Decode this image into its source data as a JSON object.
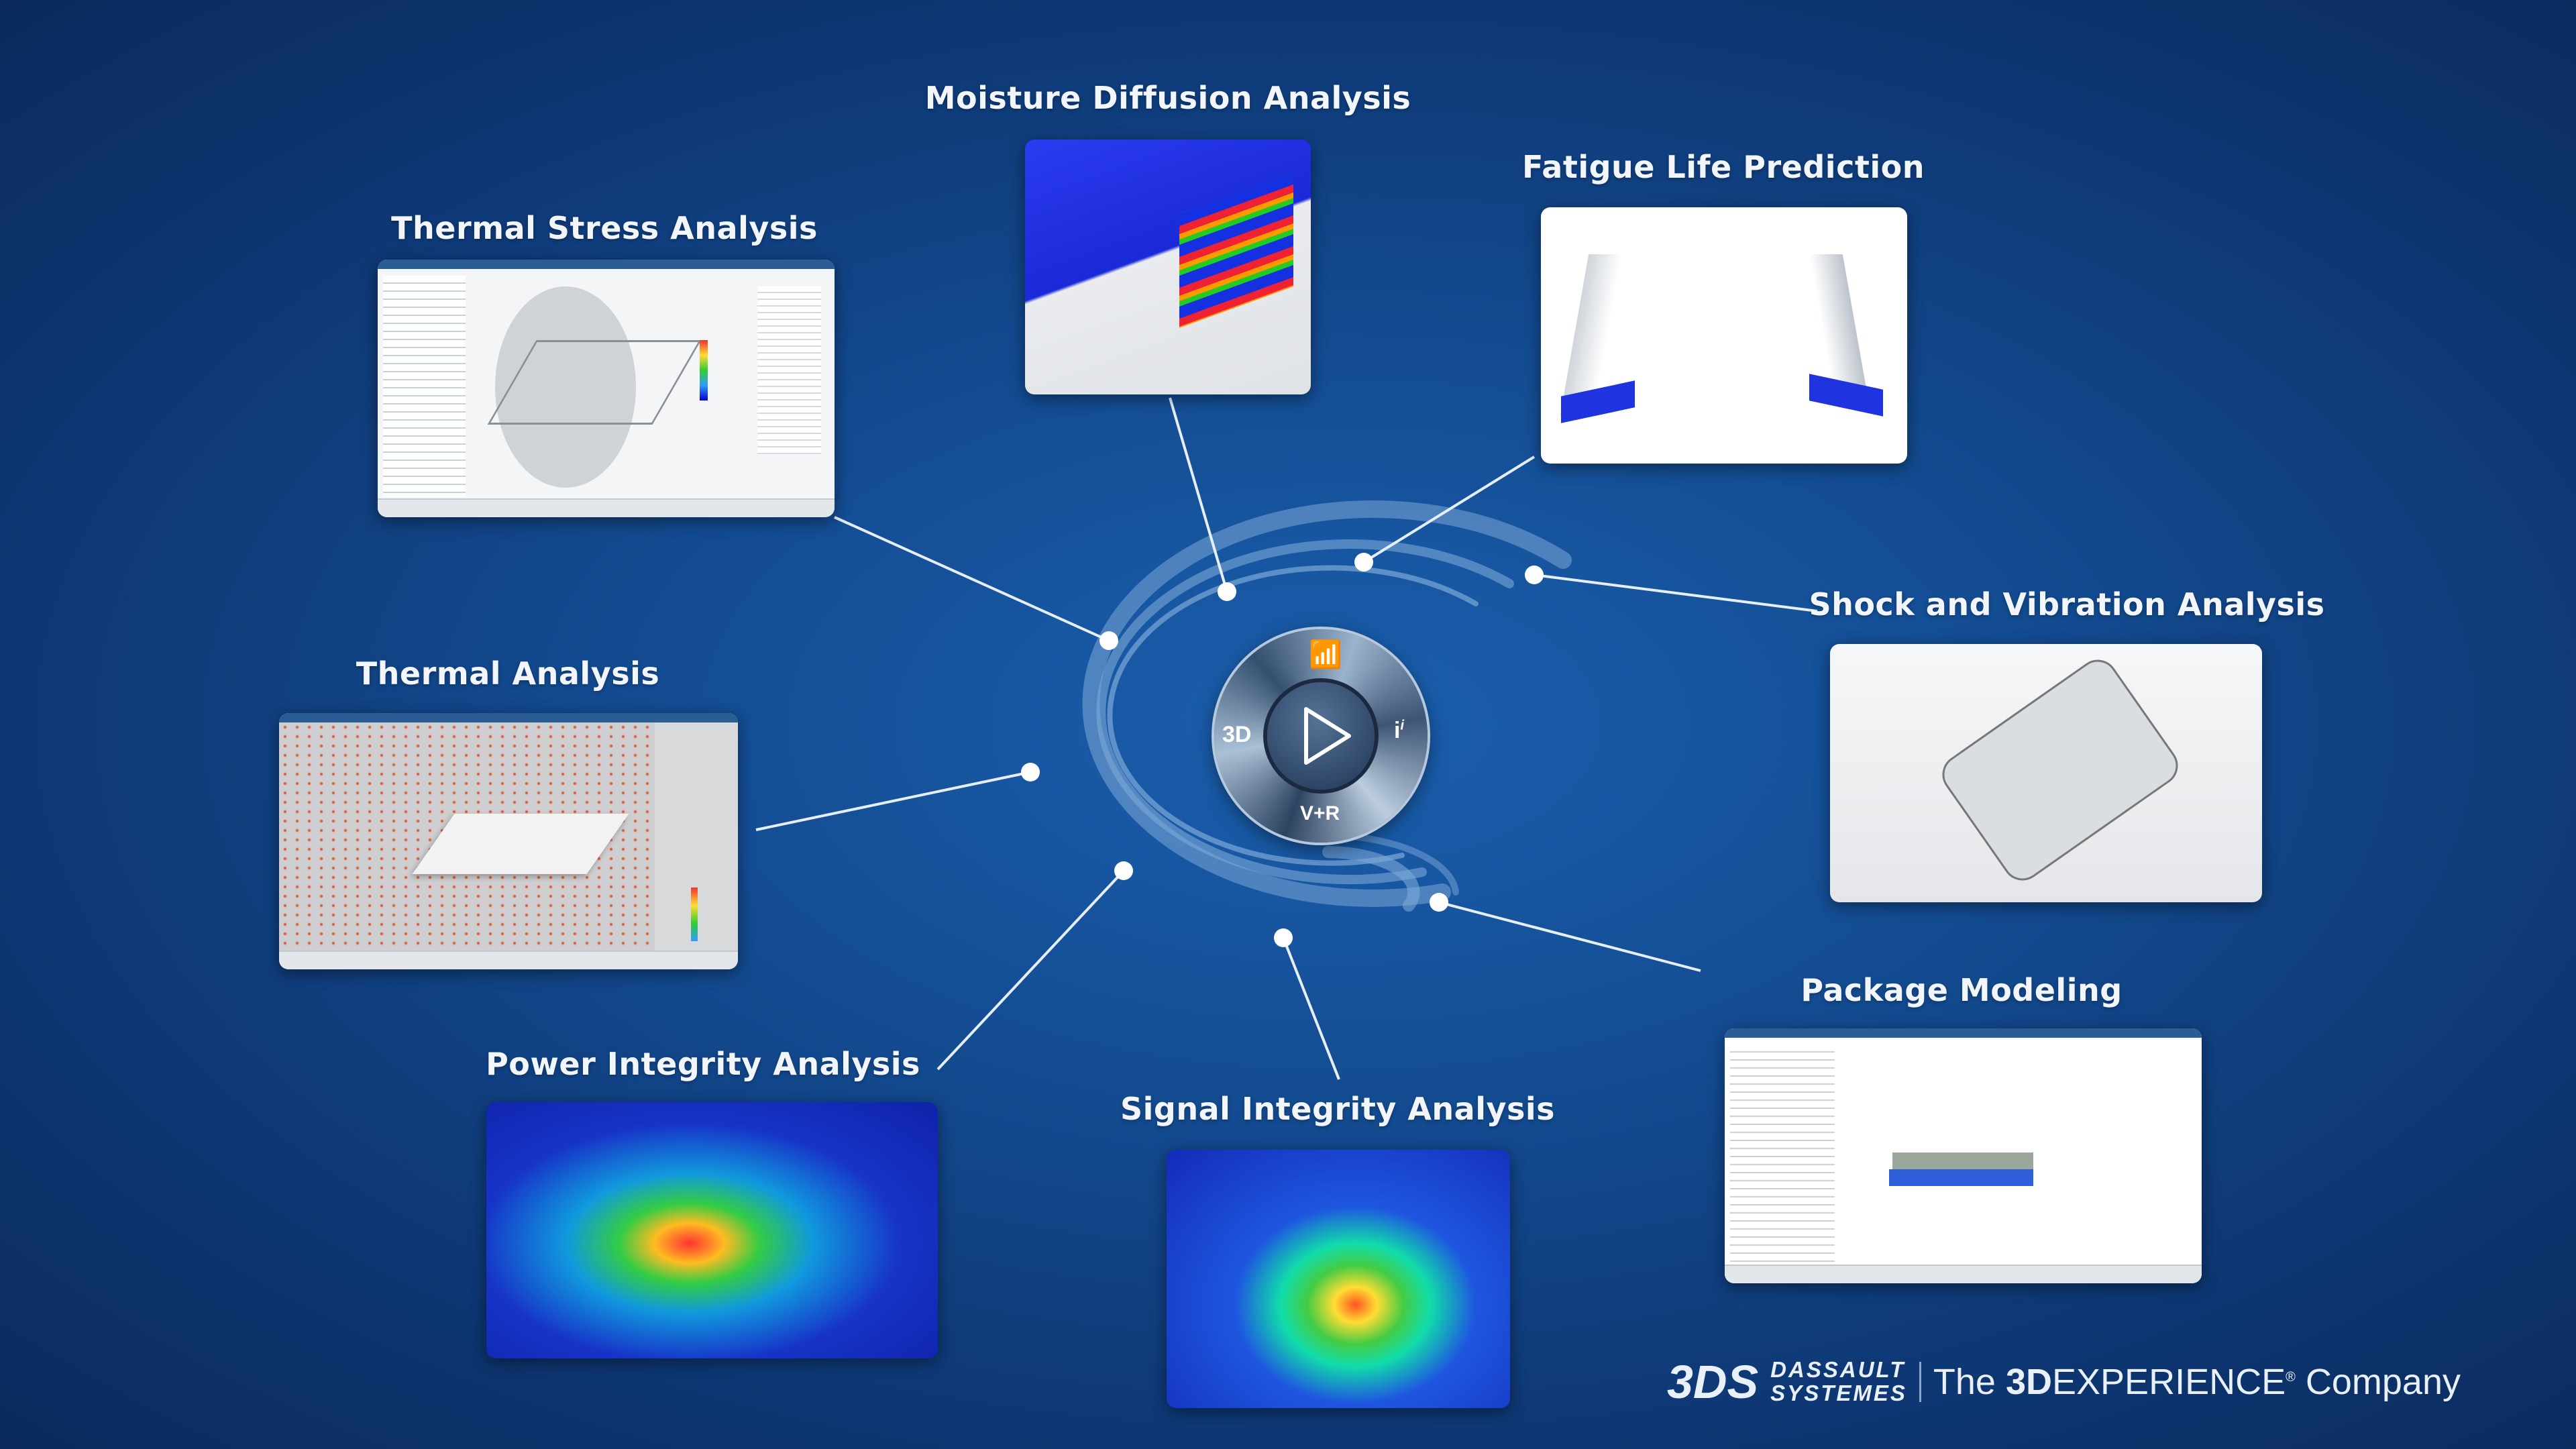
{
  "modules": [
    {
      "id": "thermal-stress",
      "title": "Thermal Stress Analysis"
    },
    {
      "id": "moisture-diffusion",
      "title": "Moisture Diffusion Analysis"
    },
    {
      "id": "fatigue-life",
      "title": "Fatigue Life Prediction"
    },
    {
      "id": "shock-vibration",
      "title": "Shock  and Vibration Analysis"
    },
    {
      "id": "thermal",
      "title": "Thermal Analysis"
    },
    {
      "id": "package-modeling",
      "title": "Package Modeling"
    },
    {
      "id": "power-integrity",
      "title": "Power Integrity Analysis"
    },
    {
      "id": "signal-integrity",
      "title": "Signal Integrity Analysis"
    }
  ],
  "compass": {
    "left": "3D",
    "right": "i",
    "right_sup": "i",
    "bottom": "V+R",
    "top_icon": "social-collab-icon",
    "center_icon": "play-icon"
  },
  "brand": {
    "mark": "3DS",
    "line1": "DASSAULT",
    "line2": "SYSTEMES",
    "tag_pre": "The",
    "tag_bold": "3D",
    "tag_mid": "EXPERIENCE",
    "tag_reg": "®",
    "tag_post": "Company"
  },
  "colors": {
    "background": "#134a8f",
    "accent": "#ffffff"
  }
}
